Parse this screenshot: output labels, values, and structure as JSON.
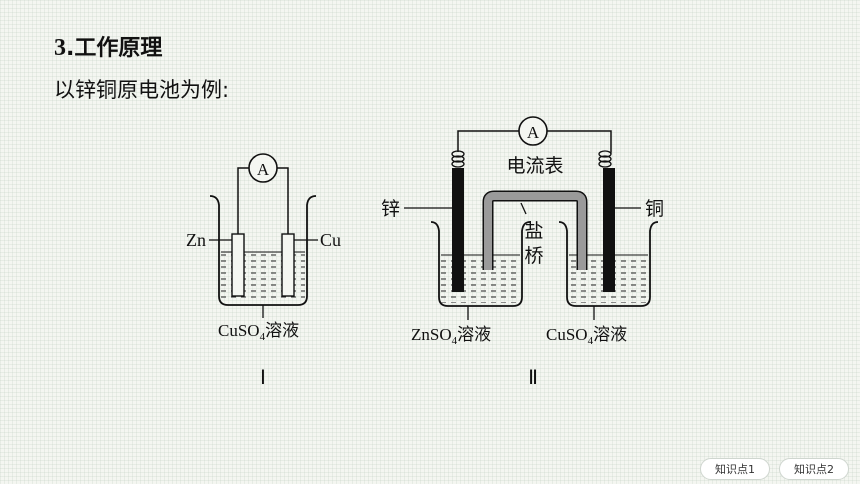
{
  "heading": {
    "number": "3",
    "text": ".工作原理"
  },
  "intro": "以锌铜原电池为例:",
  "diagram1": {
    "meter": "A",
    "left_electrode": "Zn",
    "right_electrode": "Cu",
    "solution_main": "CuSO",
    "solution_sub": "4",
    "solution_tail": "溶液",
    "numeral": "Ⅰ"
  },
  "diagram2": {
    "meter": "A",
    "meter_label": "电流表",
    "left_electrode": "锌",
    "right_electrode": "铜",
    "bridge_char1": "盐",
    "bridge_char2": "桥",
    "left_solution_main": "ZnSO",
    "left_solution_sub": "4",
    "left_solution_tail": "溶液",
    "right_solution_main": "CuSO",
    "right_solution_sub": "4",
    "right_solution_tail": "溶液",
    "numeral": "Ⅱ"
  },
  "nav": {
    "btn1": "知识点1",
    "btn2": "知识点2"
  }
}
